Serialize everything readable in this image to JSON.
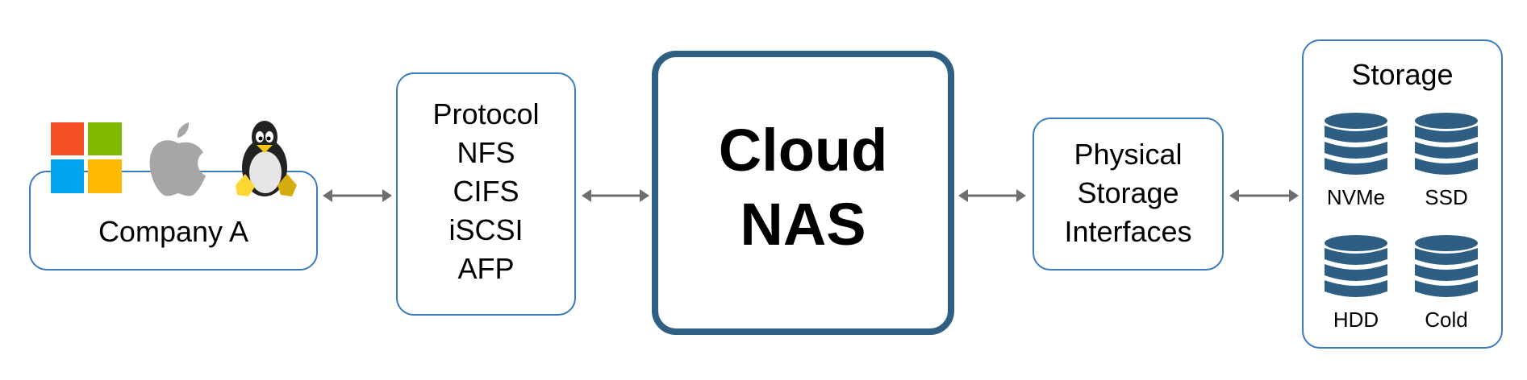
{
  "client": {
    "label": "Company A",
    "icons": [
      "windows-logo",
      "apple-logo",
      "linux-tux-logo"
    ]
  },
  "protocol": {
    "title": "Protocol",
    "items": [
      "NFS",
      "CIFS",
      "iSCSI",
      "AFP"
    ]
  },
  "nas": {
    "line1": "Cloud",
    "line2": "NAS"
  },
  "physical": {
    "lines": [
      "Physical",
      "Storage",
      "Interfaces"
    ]
  },
  "storage": {
    "title": "Storage",
    "tiers": [
      "NVMe",
      "SSD",
      "HDD",
      "Cold"
    ]
  },
  "colors": {
    "box_border": "#3a7bc0",
    "nas_border": "#2f5f82",
    "db_fill": "#2e5f82",
    "arrow": "#6e6e6e"
  }
}
